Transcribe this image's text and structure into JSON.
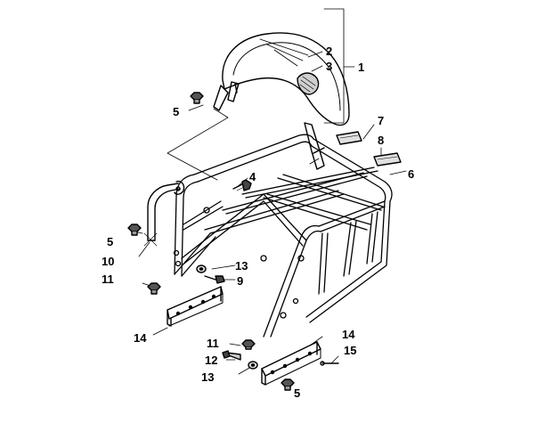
{
  "diagram": {
    "callouts": [
      "1",
      "2",
      "3",
      "4",
      "5",
      "5",
      "5",
      "6",
      "7",
      "8",
      "9",
      "10",
      "11",
      "11",
      "12",
      "13",
      "13",
      "14",
      "14",
      "15"
    ]
  }
}
